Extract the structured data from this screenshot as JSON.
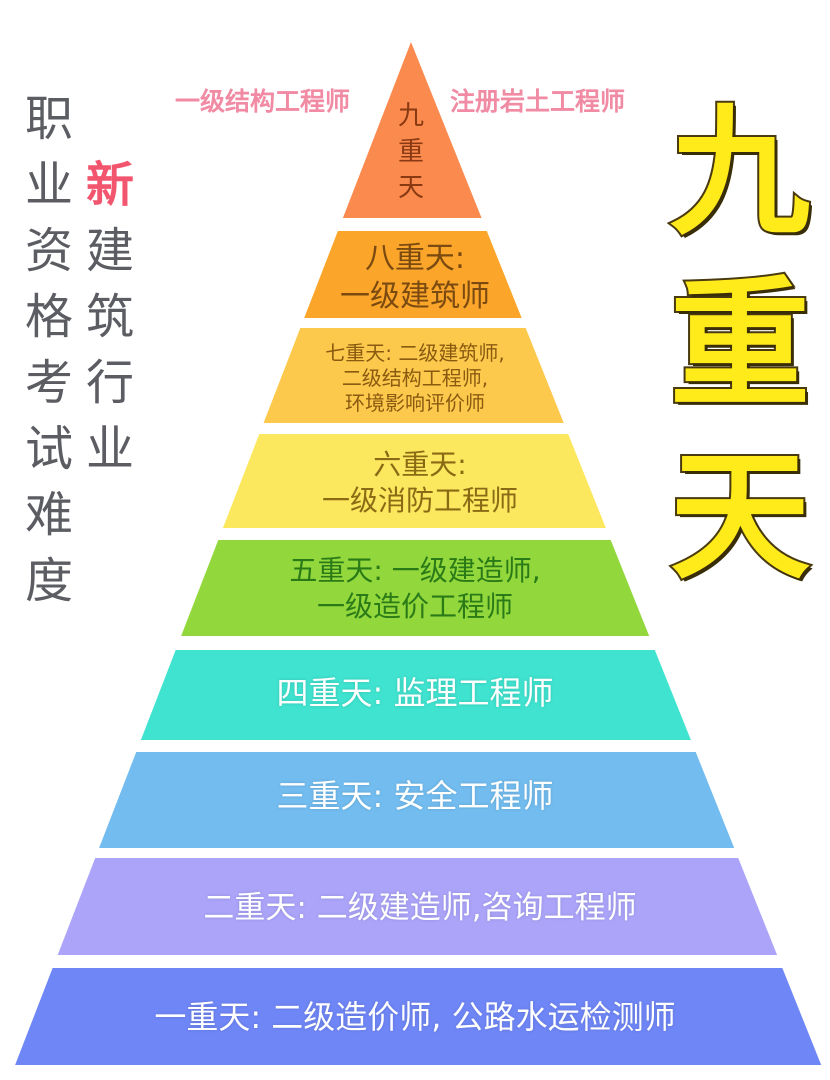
{
  "title": {
    "big": [
      "九",
      "重",
      "天"
    ],
    "left_column": [
      "职",
      "业",
      "资",
      "格",
      "考",
      "试",
      "难",
      "度"
    ],
    "right_column": [
      "新",
      "建",
      "筑",
      "行",
      "业"
    ],
    "right_column_highlight_color": "#f2566f"
  },
  "top_notes": {
    "left": "一级结构工程师",
    "right": "注册岩土工程师"
  },
  "tiers": [
    {
      "level": 9,
      "label": "九\n重\n天",
      "color": "#fa8a4e",
      "text_color": "#8a3a12"
    },
    {
      "level": 8,
      "label": "八重天:\n一级建筑师",
      "color": "#fba62a",
      "text_color": "#7a4a10"
    },
    {
      "level": 7,
      "label": "七重天: 二级建筑师,\n二级结构工程师,\n环境影响评价师",
      "color": "#fcc94c",
      "text_color": "#8a5a10"
    },
    {
      "level": 6,
      "label": "六重天:\n一级消防工程师",
      "color": "#fbe85e",
      "text_color": "#8a6a14"
    },
    {
      "level": 5,
      "label": "五重天: 一级建造师,\n一级造价工程师",
      "color": "#92d83c",
      "text_color": "#2a7a18"
    },
    {
      "level": 4,
      "label": "四重天:  监理工程师",
      "color": "#3fe3cf",
      "text_color": "#ffffff"
    },
    {
      "level": 3,
      "label": "三重天: 安全工程师",
      "color": "#72bcef",
      "text_color": "#ffffff"
    },
    {
      "level": 2,
      "label": "二重天: 二级建造师,咨询工程师",
      "color": "#aba4f9",
      "text_color": "#ffffff"
    },
    {
      "level": 1,
      "label": "一重天: 二级造价师, 公路水运检测师",
      "color": "#6f86f6",
      "text_color": "#ffffff"
    }
  ]
}
